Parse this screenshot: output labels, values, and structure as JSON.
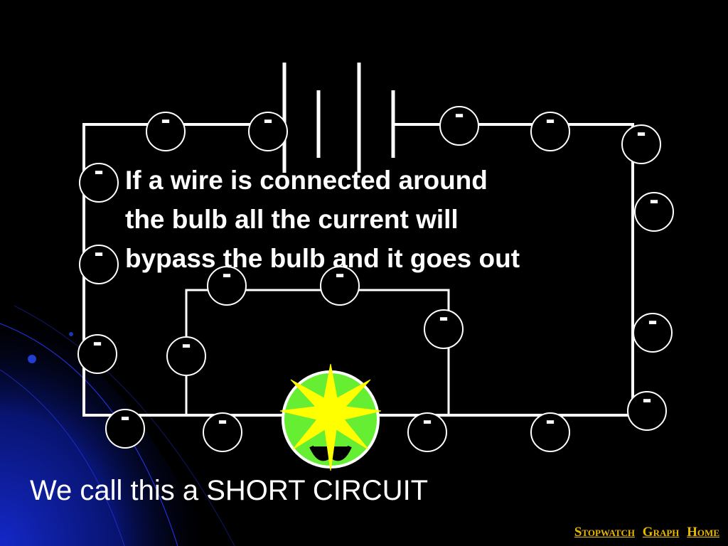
{
  "caption_lines": [
    "If a wire is connected around",
    "the bulb all the current will",
    "bypass the bulb and it goes out"
  ],
  "footer_title": "We call this a SHORT CIRCUIT",
  "electron_label": "-",
  "nav": {
    "stopwatch": "Stopwatch",
    "graph": "Graph",
    "home": "Home"
  },
  "colors": {
    "background": "#000000",
    "wire": "#ffffff",
    "text": "#ffffff",
    "bulb_fill": "#66ee33",
    "bulb_star": "#ffff00",
    "nav_link": "#e6b800",
    "corner_glow": "#0a1a8c"
  }
}
